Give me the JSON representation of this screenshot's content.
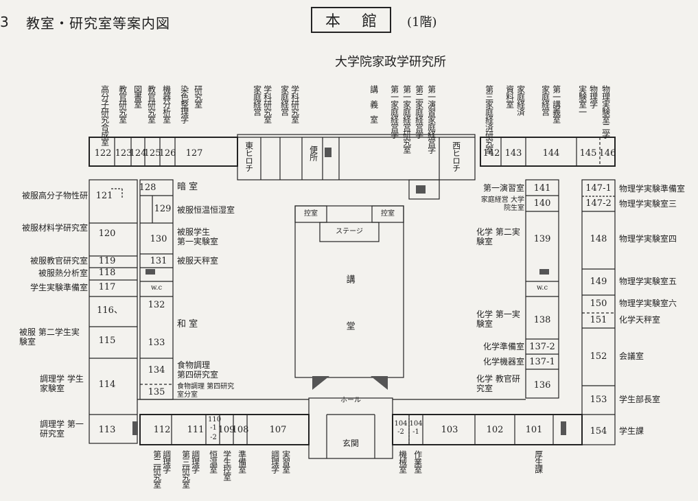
{
  "header": {
    "page_number": "3",
    "title": "教室・研究室等案内図",
    "building": "本 館",
    "floor": "(1階)",
    "subtitle": "大学院家政学研究所"
  },
  "rooms": {
    "r122": "122",
    "r123": "123",
    "r124": "124",
    "r125": "125",
    "r126": "126",
    "r127": "127",
    "r142": "142",
    "r143": "143",
    "r144": "144",
    "r145": "145",
    "r146": "146",
    "r121": "121",
    "r120": "120",
    "r119": "119",
    "r118": "118",
    "r117": "117",
    "r116": "116、",
    "r115": "115",
    "r114": "114",
    "r113": "113",
    "r128": "128",
    "r129": "129",
    "r130": "130",
    "r131": "131",
    "wc_left": "w.c",
    "r132": "132",
    "r133": "133",
    "r134": "134",
    "r135": "135",
    "r141": "141",
    "r140": "140",
    "r139": "139",
    "wc_right": "w.c",
    "r138": "138",
    "r137_2": "137-2",
    "r137_1": "137-1",
    "r136": "136",
    "r147_1": "147-1",
    "r147_2": "147-2",
    "r148": "148",
    "r149": "149",
    "r150": "150",
    "r151": "151",
    "r152": "152",
    "r153": "153",
    "r154": "154",
    "r112": "112",
    "r111": "111",
    "r110_1": "110 -1",
    "r110_2": "-2",
    "r109": "109",
    "r108": "108",
    "r107": "107",
    "r104_2": "104 -2",
    "r104_1": "104 -1",
    "r103": "103",
    "r102": "102",
    "r101": "101",
    "hall": "ホール",
    "genkan": "玄関",
    "stage": "ステージ",
    "hikae_l": "控室",
    "hikae_r": "控室",
    "kodo": "講 堂",
    "benjo": "便所",
    "east_porch": "東ヒロチ",
    "west_porch": "西ヒロチ"
  },
  "top_labels": {
    "t122": "高分子研究合成室",
    "t123": "教官研究室",
    "t124": "図書室",
    "t125": "教官研究室",
    "t126": "機器分析室",
    "t127a": "染色整理学",
    "t127b": "研究室",
    "t_n1": "家庭経営",
    "t_n2": "学科研究室",
    "t_n3": "家庭経営",
    "t_n4": "学科研究室",
    "t_kogi": "講義室",
    "t_d1": "第一家庭経営学",
    "t_d2": "第一家庭経営研究室",
    "t_d3": "第二家庭経営学",
    "t_d4": "第一演習家庭経営学",
    "t142": "第三家庭経済研究室",
    "t143a": "資料室",
    "t143b": "家庭経済",
    "t144a": "家庭経営",
    "t144b": "第一講義室",
    "t145a": "実験室一",
    "t145b": "物理学",
    "t146": "物理実験室二学"
  },
  "left_labels": {
    "l121": "被服高分子物性研",
    "l120": "被服材料学研究室",
    "l119": "被服教官研究室",
    "l118": "被服熱分析室",
    "l117": "学生実験準備室",
    "l115": "被服 第二学生実験室",
    "l114": "調理学 学生家験室",
    "l113": "調理学 第一研究室"
  },
  "inner_left_labels": {
    "i128": "暗 室",
    "i129": "被服恒温恒湿室",
    "i130": "被服学生 第一実験室",
    "i131": "被服天秤室",
    "i133": "和 室",
    "i134": "食物調理 第四研究室",
    "i135": "食物調理 第四研究室分室"
  },
  "inner_right_labels": {
    "i141": "第一演習室",
    "i140": "家庭経営 大学院生室",
    "i139": "化学 第二実験室",
    "i138": "化学 第一実験室",
    "i137_2": "化学準備室",
    "i137_1": "化学機器室",
    "i136": "化学 教官研究室"
  },
  "right_labels": {
    "r147_1": "物理学実験準備室",
    "r147_2": "物理学実験室三",
    "r148": "物理学実験室四",
    "r149": "物理学実験室五",
    "r150": "物理学実験室六",
    "r151": "化学天秤室",
    "r152": "会議室",
    "r153": "学生部長室",
    "r154": "学生課"
  },
  "bottom_labels": {
    "b112a": "第二研究室",
    "b112b": "調理学",
    "b111a": "第三研究室",
    "b111b": "調理学",
    "b110": "恒温室",
    "b109": "学生控室",
    "b108": "準備室",
    "b107a": "調理学",
    "b107b": "実習室",
    "b104": "機械室",
    "b103": "作業室",
    "b101": "厚生課"
  }
}
